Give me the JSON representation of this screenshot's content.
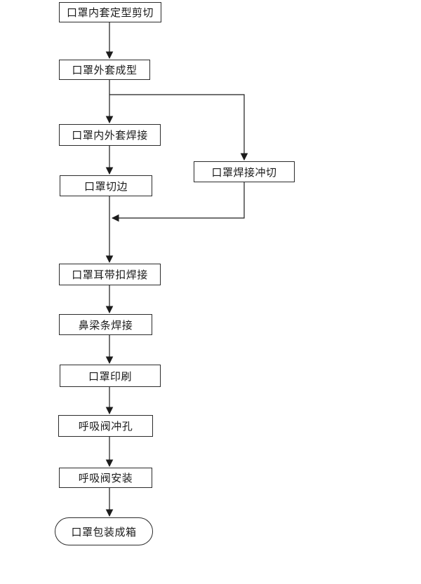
{
  "diagram": {
    "type": "flowchart",
    "language": "zh-CN",
    "colors": {
      "background": "#ffffff",
      "node_fill": "#ffffff",
      "node_border": "#2b2b2b",
      "line": "#1c1c1c",
      "text": "#1a1a1a"
    },
    "nodes": [
      {
        "id": "inner-shell-shaping-cut",
        "label": "口罩内套定型剪切",
        "shape": "rect"
      },
      {
        "id": "outer-shell-forming",
        "label": "口罩外套成型",
        "shape": "rect"
      },
      {
        "id": "inner-outer-welding",
        "label": "口罩内外套焊接",
        "shape": "rect"
      },
      {
        "id": "edge-trimming",
        "label": "口罩切边",
        "shape": "rect"
      },
      {
        "id": "welding-punch-cut",
        "label": "口罩焊接冲切",
        "shape": "rect"
      },
      {
        "id": "ear-strap-buckle-welding",
        "label": "口罩耳带扣焊接",
        "shape": "rect"
      },
      {
        "id": "nose-bridge-welding",
        "label": "鼻梁条焊接",
        "shape": "rect"
      },
      {
        "id": "mask-printing",
        "label": "口罩印刷",
        "shape": "rect"
      },
      {
        "id": "valve-punching",
        "label": "呼吸阀冲孔",
        "shape": "rect"
      },
      {
        "id": "valve-installation",
        "label": "呼吸阀安装",
        "shape": "rect"
      },
      {
        "id": "packing-into-cartons",
        "label": "口罩包装成箱",
        "shape": "stadium"
      }
    ],
    "edges": [
      {
        "from": "口罩内套定型剪切",
        "to": "口罩外套成型"
      },
      {
        "from": "口罩外套成型",
        "to": "口罩内外套焊接"
      },
      {
        "from": "口罩外套成型",
        "to": "口罩焊接冲切"
      },
      {
        "from": "口罩内外套焊接",
        "to": "口罩切边"
      },
      {
        "from": "口罩切边",
        "to": "口罩耳带扣焊接"
      },
      {
        "from": "口罩焊接冲切",
        "to": "口罩耳带扣焊接"
      },
      {
        "from": "口罩耳带扣焊接",
        "to": "鼻梁条焊接"
      },
      {
        "from": "鼻梁条焊接",
        "to": "口罩印刷"
      },
      {
        "from": "口罩印刷",
        "to": "呼吸阀冲孔"
      },
      {
        "from": "呼吸阀冲孔",
        "to": "呼吸阀安装"
      },
      {
        "from": "呼吸阀安装",
        "to": "口罩包装成箱"
      }
    ]
  }
}
